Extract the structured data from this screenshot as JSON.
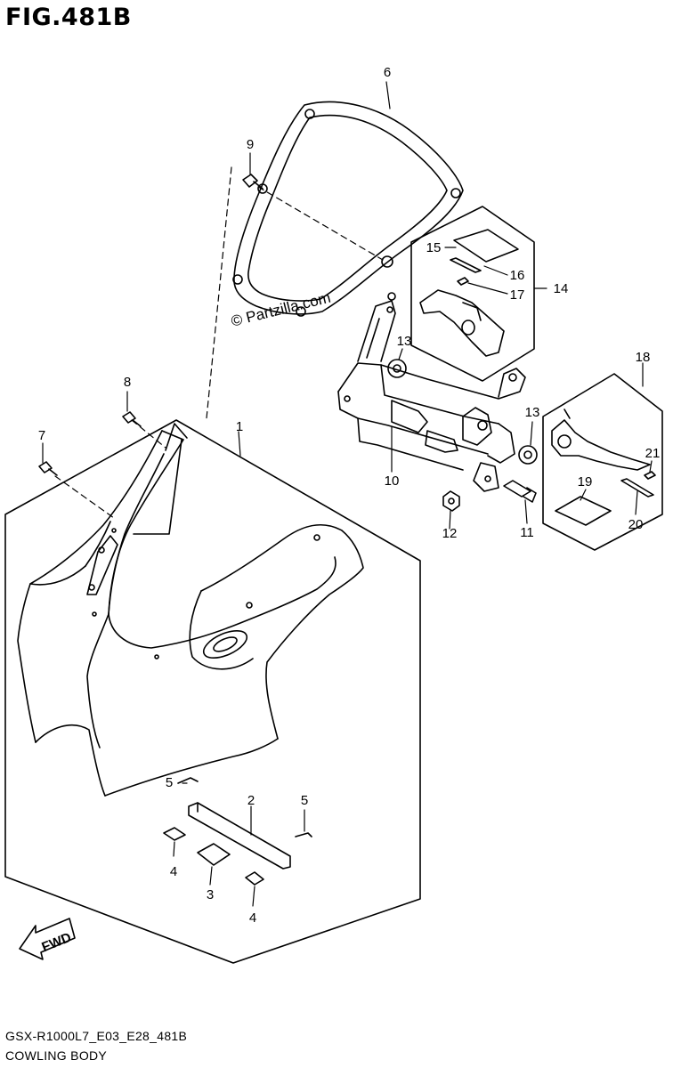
{
  "figure": {
    "title": "FIG.481B",
    "model_code": "GSX-R1000L7_E03_E28_481B",
    "section_name": "COWLING BODY",
    "watermark": "© Partzilla.com",
    "direction_label": "FWD"
  },
  "callouts": [
    "1",
    "2",
    "3",
    "4",
    "4",
    "5",
    "5",
    "6",
    "7",
    "8",
    "9",
    "10",
    "11",
    "12",
    "13",
    "13",
    "14",
    "15",
    "16",
    "17",
    "18",
    "19",
    "20",
    "21"
  ],
  "colors": {
    "line": "#000000",
    "fill": "#ffffff",
    "accent": "#000000"
  }
}
